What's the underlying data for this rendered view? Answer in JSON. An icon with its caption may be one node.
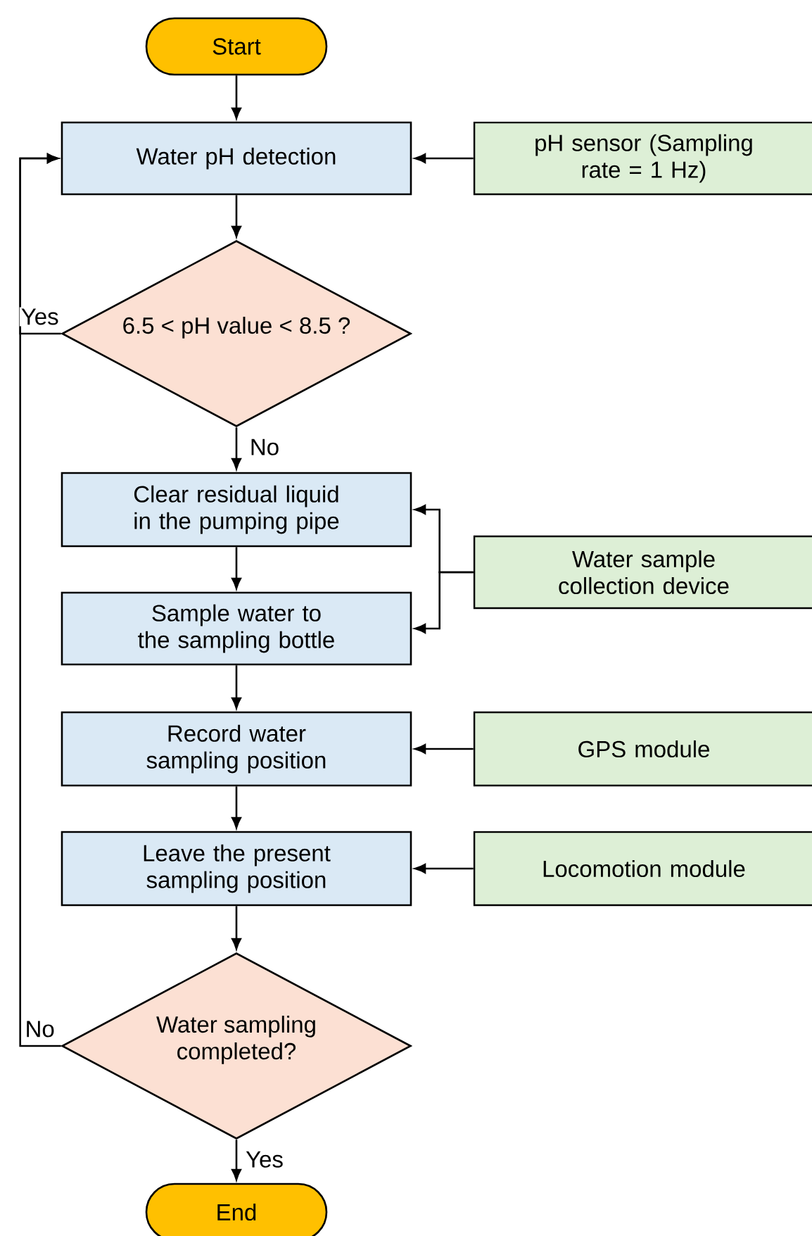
{
  "diagram": {
    "nodes": [
      {
        "text": [
          "Start"
        ]
      },
      {
        "text": [
          "Water pH detection"
        ]
      },
      {
        "text": [
          "pH sensor (Sampling rate = 1 Hz)"
        ]
      },
      {
        "text": [
          "6.5 < pH value < 8.5 ?"
        ]
      },
      {
        "text": [
          "Clear residual liquid in the pumping pipe"
        ]
      },
      {
        "text": [
          "Water sample collection device"
        ]
      },
      {
        "text": [
          "Sample water to the sampling bottle"
        ]
      },
      {
        "text": [
          "Record water sampling position"
        ]
      },
      {
        "text": [
          "GPS module"
        ]
      },
      {
        "text": [
          "Leave the present sampling position"
        ]
      },
      {
        "text": [
          "Locomotion module"
        ]
      },
      {
        "text": [
          "Water sampling completed?"
        ]
      },
      {
        "text": [
          "End"
        ]
      }
    ],
    "edges": [
      {
        "from": 0,
        "to": 1,
        "arrow": "to"
      },
      {
        "from": 2,
        "to": 1,
        "arrow": "to"
      },
      {
        "from": 1,
        "to": 3,
        "arrow": "to"
      },
      {
        "from": 3,
        "to": 1,
        "arrow": "to",
        "label": "Yes"
      },
      {
        "from": 3,
        "to": 4,
        "arrow": "to",
        "label": "No"
      },
      {
        "from": 4,
        "to": 6,
        "arrow": "to"
      },
      {
        "from": 5,
        "to": 4,
        "arrow": "to"
      },
      {
        "from": 5,
        "to": 6,
        "arrow": "to"
      },
      {
        "from": 6,
        "to": 7,
        "arrow": "to"
      },
      {
        "from": 8,
        "to": 7,
        "arrow": "to"
      },
      {
        "from": 7,
        "to": 9,
        "arrow": "to"
      },
      {
        "from": 10,
        "to": 9,
        "arrow": "to"
      },
      {
        "from": 9,
        "to": 11,
        "arrow": "to"
      },
      {
        "from": 11,
        "to": 1,
        "arrow": "to",
        "label": "No"
      },
      {
        "from": 11,
        "to": 12,
        "arrow": "to",
        "label": "Yes"
      }
    ]
  }
}
